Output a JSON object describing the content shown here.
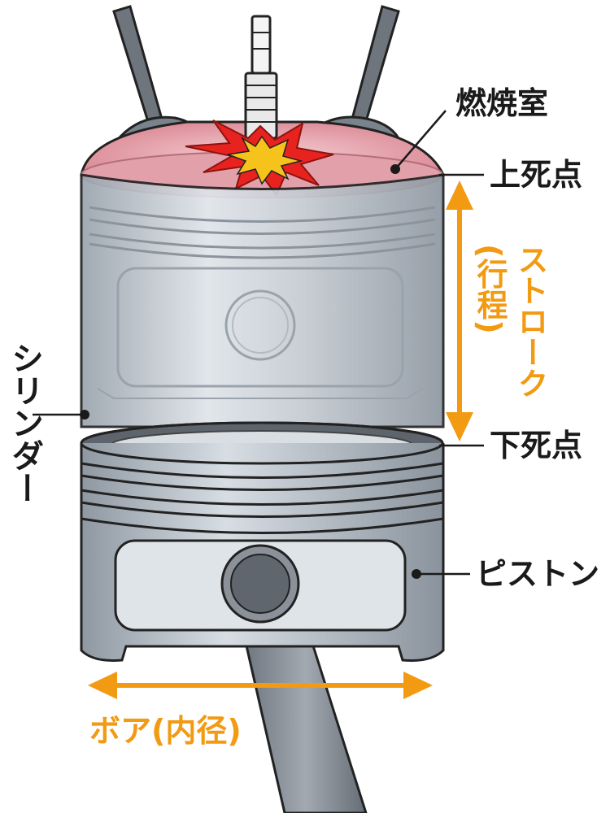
{
  "labels": {
    "combustion_chamber": "燃焼室",
    "top_dead_center": "上死点",
    "stroke": "ストローク",
    "stroke_paren": "(行程)",
    "bottom_dead_center": "下死点",
    "cylinder": "シリンダー",
    "piston": "ピストン",
    "bore": "ボア(内径)"
  },
  "colors": {
    "accent": "#f29a12",
    "text": "#1a1a1a",
    "cylinder": "#b9c0c8",
    "chamber": "#e8a3ad",
    "spark": "#e8231f"
  }
}
